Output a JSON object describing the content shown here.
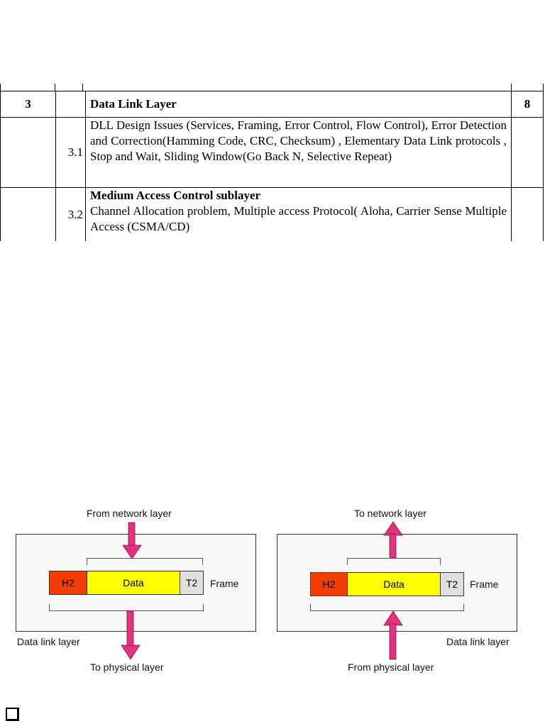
{
  "table": {
    "head": {
      "num": "3",
      "title": "Data Link Layer",
      "hours": "8"
    },
    "rows": [
      {
        "sub": "3.1",
        "heading": "",
        "text": "DLL Design Issues (Services, Framing, Error Control, Flow Control), Error Detection and Correction(Hamming Code, CRC, Checksum) , Elementary Data Link protocols , Stop and Wait, Sliding Window(Go Back N, Selective Repeat)"
      },
      {
        "sub": "3.2",
        "heading": "Medium Access Control sublayer",
        "text": "Channel Allocation problem, Multiple access Protocol( Aloha, Carrier Sense Multiple Access (CSMA/CD)"
      }
    ]
  },
  "figures": {
    "left": {
      "top_label": "From network layer",
      "bottom_label": "To physical layer",
      "layer_label": "Data link layer",
      "frame_label": "Frame",
      "header": "H2",
      "data": "Data",
      "trailer": "T2"
    },
    "right": {
      "top_label": "To network layer",
      "bottom_label": "From physical layer",
      "layer_label": "Data link layer",
      "frame_label": "Frame",
      "header": "H2",
      "data": "Data",
      "trailer": "T2"
    },
    "colors": {
      "header": "#f23c00",
      "data": "#ffff00",
      "trailer": "#e0e0e0",
      "arrow": "#e6317f"
    }
  },
  "footer": {
    "icon": "checkbox-bullet-icon"
  }
}
